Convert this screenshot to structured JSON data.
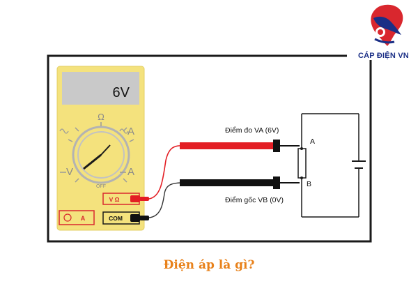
{
  "brand": {
    "name": "CÁP ĐIỆN VN",
    "colors": {
      "text": "#1b2f86",
      "red": "#d9272e",
      "blue": "#1b2f86"
    }
  },
  "multimeter": {
    "display_value": "6V",
    "dial_labels": [
      "Ω",
      "A",
      "V",
      "A"
    ],
    "off_label": "OFF",
    "jack_voltage_label": "V Ω",
    "jack_current_label": "A",
    "jack_common_label": "COM",
    "body_color": "#f4e27d",
    "screen_color": "#c9c9c9"
  },
  "circuit": {
    "probe_point_label": "Điểm đo VA (6V)",
    "reference_point_label": "Điểm gốc VB (0V)",
    "node_a_label": "A",
    "node_b_label": "B",
    "red_lead_color": "#e31e24",
    "black_lead_color": "#111111"
  },
  "caption": "Điện áp là gì?"
}
